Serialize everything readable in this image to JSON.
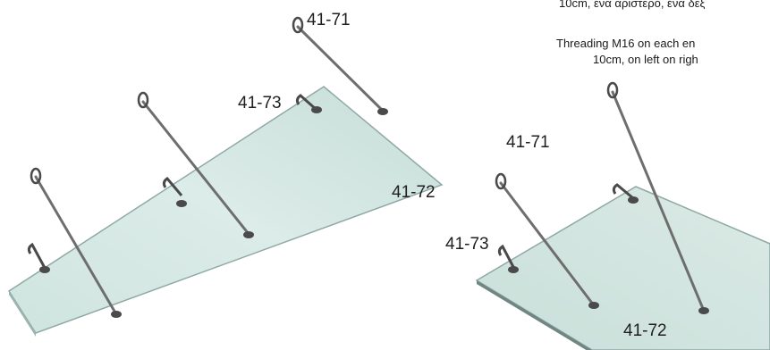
{
  "notes": {
    "greek_line": "10cm, ένα αριστερό, ένα δεξ",
    "english_line_1": "Threading M16 on each en",
    "english_line_2": "10cm, on left on righ"
  },
  "labels": {
    "left_top": "41-71",
    "left_mid": "41-73",
    "left_right": "41-72",
    "right_top": "41-71",
    "right_left": "41-73",
    "right_bottom": "41-72"
  },
  "colors": {
    "glass_fill": "#cfe3df",
    "glass_edge": "#8fa9a4",
    "rod": "#6e6e6e",
    "hardware": "#4a4a4a",
    "text": "#1f1f1f"
  }
}
